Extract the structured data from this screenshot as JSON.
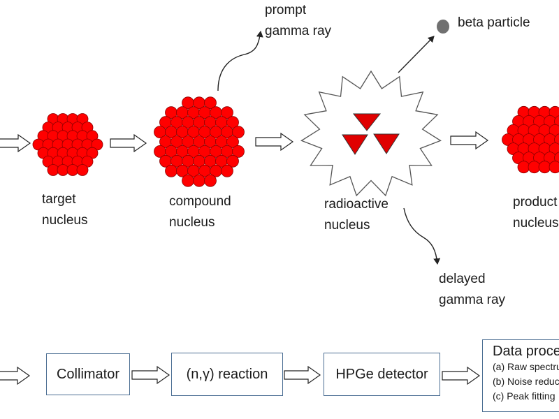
{
  "labels": {
    "prompt_line1": "prompt",
    "prompt_line2": "gamma ray",
    "beta": "beta particle",
    "target_line1": "target",
    "target_line2": "nucleus",
    "compound_line1": "compound",
    "compound_line2": "nucleus",
    "radioactive_line1": "radioactive",
    "radioactive_line2": "nucleus",
    "product_line1": "product",
    "product_line2": "nucleus",
    "delayed_line1": "delayed",
    "delayed_line2": "gamma ray"
  },
  "flow": {
    "collimator": "Collimator",
    "reaction": "(n,γ) reaction",
    "detector": "HPGe detector",
    "data_title": "Data processing",
    "data_items": [
      "(a) Raw spectrum",
      "(b) Noise reduction",
      "(c) Peak fitting"
    ]
  },
  "colors": {
    "nucleon": "#ff0000",
    "nucleon_stroke": "#8c0000",
    "beta": "#707070",
    "box_border": "#4a6d92",
    "arrow": "#222222"
  }
}
